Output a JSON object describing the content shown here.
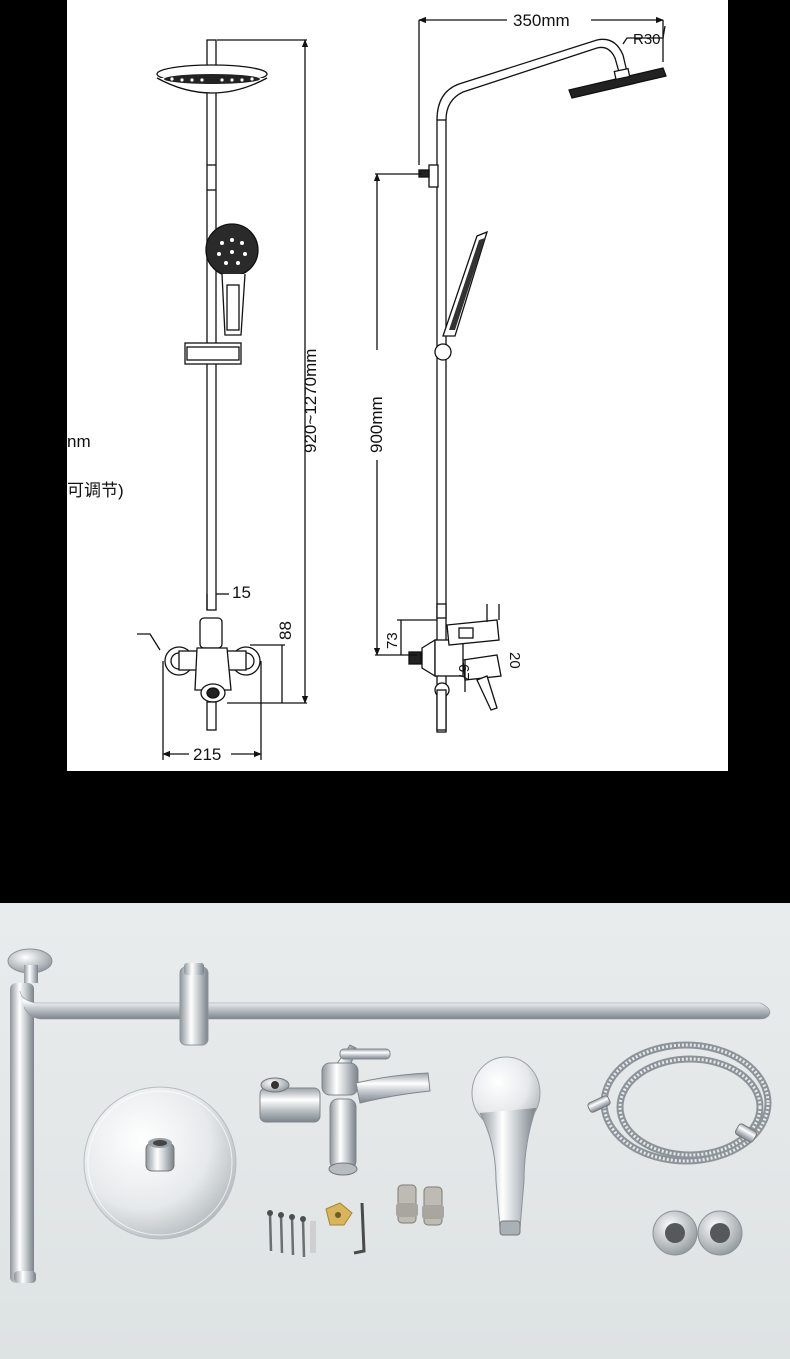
{
  "drawing": {
    "left_fragments": {
      "line1": "nm",
      "line2": "可调节)"
    },
    "front_view": {
      "height_range": "920~1270mm",
      "pipe_diameter": "15",
      "valve_height": "88",
      "width": "215"
    },
    "side_view": {
      "arm_length": "350mm",
      "elbow_radius": "R30",
      "slide_bar_height": "900mm",
      "valve_offset": "73",
      "spout_drop": "20",
      "spout_reach": "67"
    }
  },
  "photo": {
    "items": [
      {
        "name": "slide-rail-bar"
      },
      {
        "name": "overhead-rain-shower-head"
      },
      {
        "name": "mixer-valve-faucet"
      },
      {
        "name": "hand-shower"
      },
      {
        "name": "stainless-steel-hose"
      },
      {
        "name": "wall-anchors-and-screws"
      },
      {
        "name": "hex-key-wrench"
      },
      {
        "name": "eccentric-connectors"
      },
      {
        "name": "decorative-escutcheons"
      }
    ]
  }
}
